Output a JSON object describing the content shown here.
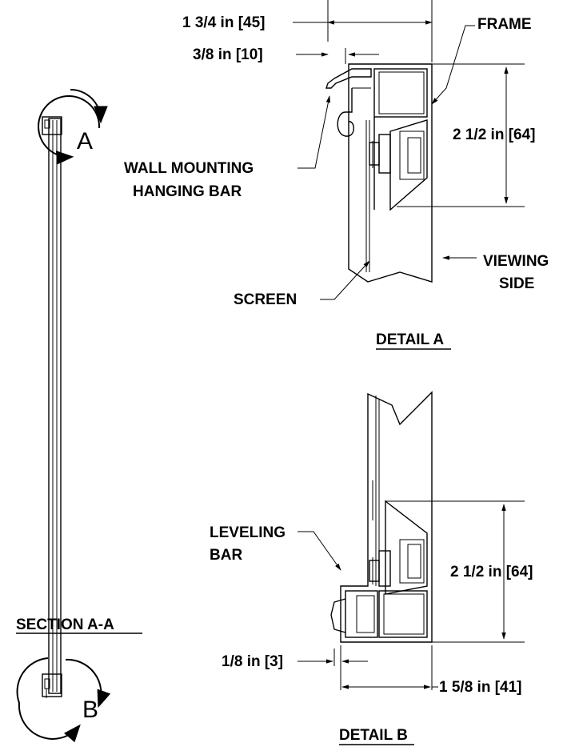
{
  "section": {
    "title": "SECTION A-A",
    "marker_a": "A",
    "marker_b": "B"
  },
  "detail_a": {
    "title": "DETAIL  A",
    "dim_width": "1 3/4 in [45]",
    "dim_offset": "3/8 in [10]",
    "dim_height": "2 1/2 in [64]",
    "frame_label": "FRAME",
    "hanging_bar_line1": "WALL MOUNTING",
    "hanging_bar_line2": "HANGING BAR",
    "screen_label": "SCREEN",
    "viewing_line1": "VIEWING",
    "viewing_line2": "SIDE"
  },
  "detail_b": {
    "title": "DETAIL  B",
    "leveling_line1": "LEVELING",
    "leveling_line2": "BAR",
    "dim_height": "2 1/2 in [64]",
    "dim_offset": "1/8 in [3]",
    "dim_width": "1 5/8 in [41]"
  }
}
